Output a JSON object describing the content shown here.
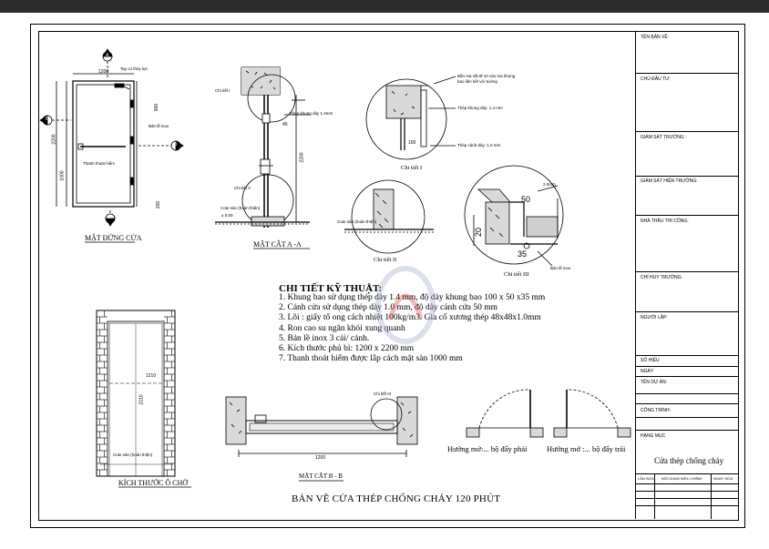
{
  "drawing": {
    "title": "BẢN VẼ CỬA THÉP CHỐNG CHÁY 120 PHÚT",
    "views": {
      "elevation": "MẶT ĐỨNG CỬA",
      "section_aa": "MẶT CẮT A -A",
      "detail_1": "Chi tiết I",
      "detail_2": "Chi tiết II",
      "detail_3": "Chi tiết  III",
      "opening": "KÍCH THƯỚC Ô CHỜ",
      "section_bb": "MẶT CẮT B - B",
      "swing_right": "Hướng mở:... bộ đẩy phải",
      "swing_left": "Hướng mở :... bộ đẩy trái"
    },
    "annotations": {
      "handle": "Tay co thủy lực",
      "hinge": "Bản lề inox",
      "panic_bar": "Thanh thoát hiểm",
      "floor_level": "Cote sàn (hoàn thiện)",
      "floor_value": "± 0.00",
      "detail1_note1": "Bắn ma sắt Ø 10 vào ma khung",
      "detail1_note2": "bao liên kết với tường",
      "frame_thickness": "Thép khung dày: 1.4 mm",
      "leaf_thickness": "Thép cánh dày: 1.0 mm",
      "frame_section": "Thép khung dày 1.4mm",
      "hinge_note": "Bản lề inox",
      "gap_note": "2.0mm",
      "chi_tiet_i": "Chi tiết I",
      "chi_tiet_ii": "Chi tiết II",
      "chi_tiet_iii": "Chi tiết III"
    },
    "dimensions": {
      "width": "1200",
      "height": "2200",
      "panic_height": "1000",
      "top_900": "900",
      "bottom_200": "200",
      "opening_width": "1210",
      "opening_height": "2210",
      "d50": "50",
      "d20": "20",
      "d35": "35",
      "d100": "100",
      "d45": "45"
    },
    "section_markers": [
      "A",
      "B",
      "A",
      "B"
    ]
  },
  "specs": {
    "title": "CHI TIẾT KỸ THUẬT:",
    "items": [
      "1. Khung bao sử dụng thép dày 1.4 mm, độ dày khung bao 100 x 50 x35 mm",
      "2. Cánh cửa sử dụng thép dày 1.0 mm, độ dày cánh cửa 50 mm",
      "3. Lõi : giấy tổ ong cách nhiệt 100kg/m3. Gia cố xương thép 48x48x1.0mm",
      "4. Ron cao su ngăn khói xung quanh",
      "5. Bản lề inox 3 cái/ cánh.",
      "6. Kích thước phủ bì: 1200 x 2200 mm",
      "7. Thanh thoát hiểm được lắp cách mặt sàn 1000 mm"
    ]
  },
  "title_block": {
    "rows": [
      "TÊN BẢN VẼ:",
      "CHỦ ĐẦU TƯ:",
      "GIÁM SÁT TRƯỞNG :",
      "GIÁM SÁT HIỆN TRƯỜNG:",
      "NHÀ THẦU THI CÔNG:",
      "CHỈ HUY TRƯỞNG:",
      "NGƯỜI LẬP:",
      "SỐ HIỆU",
      "NGÀY",
      "TÊN DỰ ÁN:",
      "CÔNG TRÌNH:",
      "HẠNG MỤC"
    ],
    "item_value": "Cửa thép chống cháy",
    "revision_headers": [
      "LẦN SỬA",
      "NỘI DUNG ĐIỀU CHỈNH",
      "NGÀY SỬA"
    ]
  }
}
